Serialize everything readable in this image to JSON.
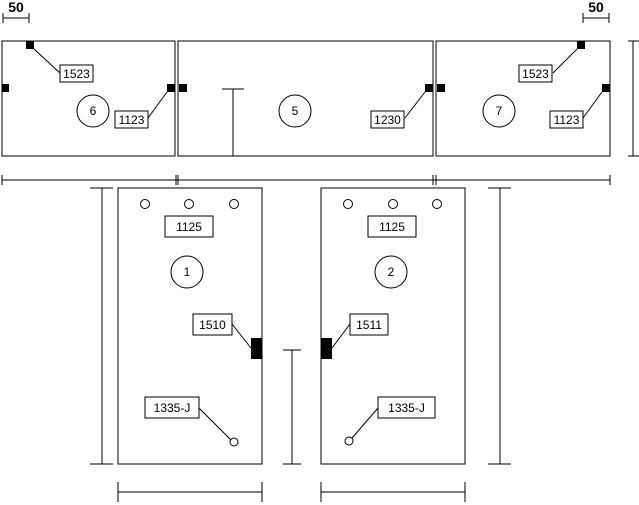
{
  "dimensions": {
    "top_left": "50",
    "top_right": "50"
  },
  "panels": [
    {
      "id": "6",
      "labels": [
        "1523",
        "1123"
      ]
    },
    {
      "id": "5",
      "labels": [
        "1230"
      ]
    },
    {
      "id": "7",
      "labels": [
        "1523",
        "1123"
      ]
    },
    {
      "id": "1",
      "labels": [
        "1125",
        "1510",
        "1335-J"
      ]
    },
    {
      "id": "2",
      "labels": [
        "1125",
        "1511",
        "1335-J"
      ]
    }
  ]
}
